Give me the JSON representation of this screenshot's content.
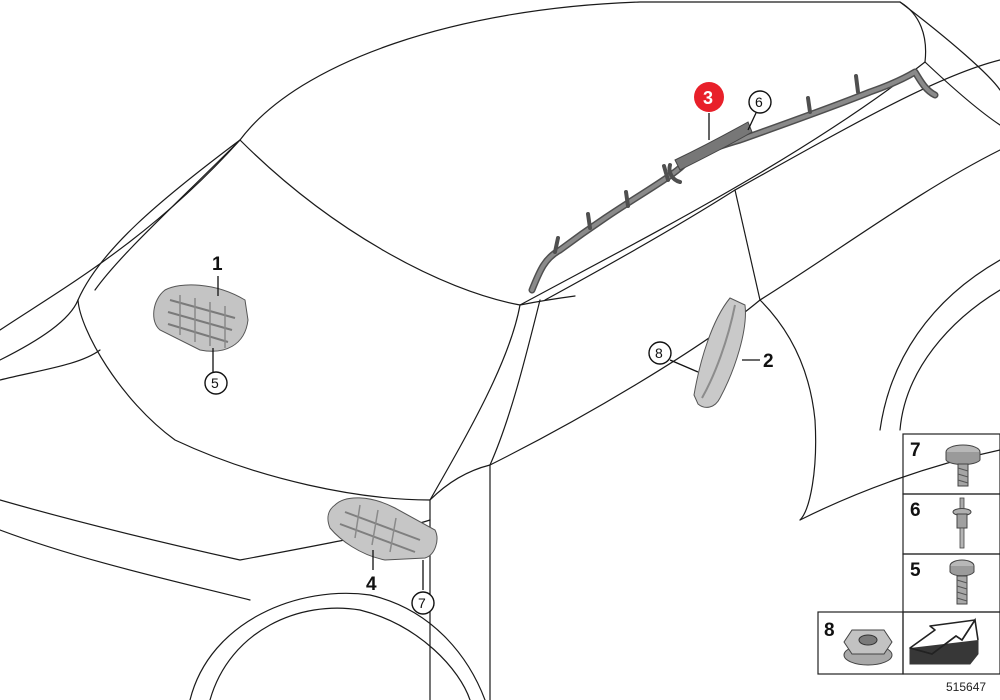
{
  "diagram": {
    "reference_number": "515647",
    "highlighted_part": "3",
    "callouts": [
      {
        "id": "callout-1",
        "label": "1",
        "style": "plain"
      },
      {
        "id": "callout-2",
        "label": "2",
        "style": "plain"
      },
      {
        "id": "callout-3",
        "label": "3",
        "style": "highlight"
      },
      {
        "id": "callout-4",
        "label": "4",
        "style": "plain"
      },
      {
        "id": "callout-5a",
        "label": "5",
        "style": "circle"
      },
      {
        "id": "callout-6a",
        "label": "6",
        "style": "circle"
      },
      {
        "id": "callout-7a",
        "label": "7",
        "style": "circle"
      },
      {
        "id": "callout-8a",
        "label": "8",
        "style": "circle"
      }
    ],
    "legend": [
      {
        "label": "7",
        "part": "screw-large-head-icon"
      },
      {
        "label": "6",
        "part": "rivet-icon"
      },
      {
        "label": "5",
        "part": "screw-icon"
      },
      {
        "label": "8",
        "part": "flange-nut-icon"
      }
    ],
    "colors": {
      "highlight": "#e8202a",
      "line": "#1a1a1a",
      "part_fill": "#bdbdbd",
      "part_shade": "#8d8d8d",
      "harness": "#6b6b6b"
    }
  }
}
